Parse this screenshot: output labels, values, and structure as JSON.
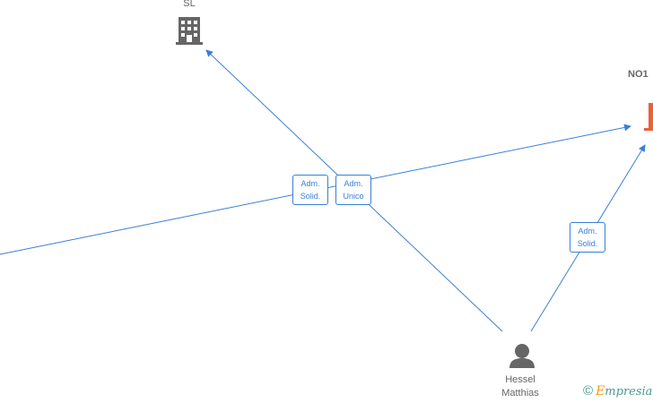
{
  "nodes": {
    "company_sl": {
      "label": "SL",
      "icon": "building-icon"
    },
    "company_no1": {
      "label": "NO1",
      "icon": "building-icon",
      "color": "#e8603c"
    },
    "person_hessel": {
      "label_line1": "Hessel",
      "label_line2": "Matthias",
      "icon": "person-icon"
    }
  },
  "edges": [
    {
      "line1": "Adm.",
      "line2": "Solid."
    },
    {
      "line1": "Adm.",
      "line2": "Unico"
    },
    {
      "line1": "Adm.",
      "line2": "Solid."
    }
  ],
  "colors": {
    "edge": "#3a7fd5",
    "icon": "#666666",
    "node_accent": "#e8603c"
  },
  "watermark": {
    "symbol": "©",
    "brand_initial": "E",
    "brand_rest": "mpresia"
  }
}
